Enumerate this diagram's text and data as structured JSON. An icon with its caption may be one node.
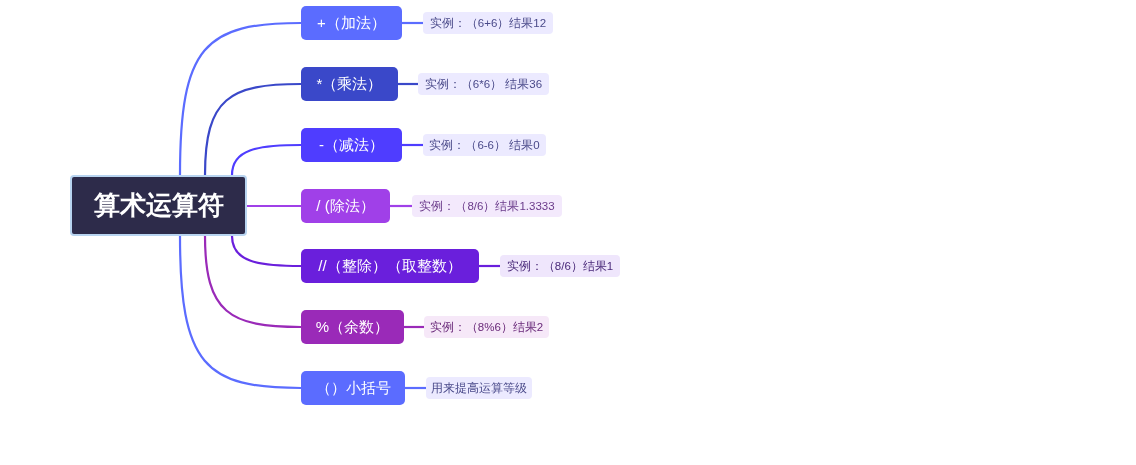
{
  "diagram": {
    "nodes": [
      {
        "text": [
          "算术运算符"
        ]
      },
      {
        "text": [
          "+（加法）"
        ]
      },
      {
        "text": [
          "实例：（6+6）结果12"
        ]
      },
      {
        "text": [
          "*（乘法）"
        ]
      },
      {
        "text": [
          "实例：（6*6） 结果36"
        ]
      },
      {
        "text": [
          "-（减法）"
        ]
      },
      {
        "text": [
          "实例：（6-6） 结果0"
        ]
      },
      {
        "text": [
          "/ (除法）"
        ]
      },
      {
        "text": [
          "实例：（8/6）结果1.3333"
        ]
      },
      {
        "text": [
          "//（整除）（取整数）"
        ]
      },
      {
        "text": [
          "实例：（8/6）结果1"
        ]
      },
      {
        "text": [
          "%（余数）"
        ]
      },
      {
        "text": [
          "实例：（8%6）结果2"
        ]
      },
      {
        "text": [
          "（）小括号"
        ]
      },
      {
        "text": [
          "用来提高运算等级"
        ]
      }
    ],
    "edges": [
      {
        "from": 0,
        "to": 1,
        "arrow": "none",
        "color": "#5b6cff"
      },
      {
        "from": 1,
        "to": 2,
        "arrow": "none",
        "color": "#5b6cff"
      },
      {
        "from": 0,
        "to": 3,
        "arrow": "none",
        "color": "#3a48c9"
      },
      {
        "from": 3,
        "to": 4,
        "arrow": "none",
        "color": "#3a48c9"
      },
      {
        "from": 0,
        "to": 5,
        "arrow": "none",
        "color": "#4f3dff"
      },
      {
        "from": 5,
        "to": 6,
        "arrow": "none",
        "color": "#4f3dff"
      },
      {
        "from": 0,
        "to": 7,
        "arrow": "none",
        "color": "#a040e8"
      },
      {
        "from": 7,
        "to": 8,
        "arrow": "none",
        "color": "#a040e8"
      },
      {
        "from": 0,
        "to": 9,
        "arrow": "none",
        "color": "#6a1fdc"
      },
      {
        "from": 9,
        "to": 10,
        "arrow": "none",
        "color": "#6a1fdc"
      },
      {
        "from": 0,
        "to": 11,
        "arrow": "none",
        "color": "#9a2ab8"
      },
      {
        "from": 11,
        "to": 12,
        "arrow": "none",
        "color": "#9a2ab8"
      },
      {
        "from": 0,
        "to": 13,
        "arrow": "none",
        "color": "#5b6cff"
      },
      {
        "from": 13,
        "to": 14,
        "arrow": "none",
        "color": "#5b6cff"
      }
    ]
  }
}
